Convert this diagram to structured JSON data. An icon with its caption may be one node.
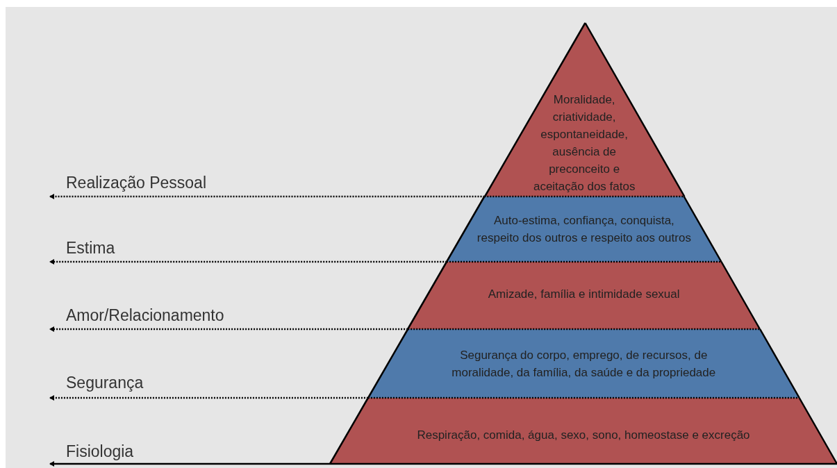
{
  "diagram": {
    "nodes": [
      {
        "text": [
          "Moralidade, criatividade, espontaneidade, ausência de preconceito e aceitação dos fatos"
        ]
      },
      {
        "text": [
          "Auto-estima, confiança, conquista, respeito dos outros e respeito aos outros"
        ]
      },
      {
        "text": [
          "Amizade, família e intimidade sexual"
        ]
      },
      {
        "text": [
          "Segurança do corpo, emprego, de recursos, de moralidade, da família, da saúde e da propriedade"
        ]
      },
      {
        "text": [
          "Respiração, comida, água, sexo, sono, homeostase e excreção"
        ]
      }
    ],
    "edges": [
      {
        "from": 0,
        "to": null,
        "arrow": "to",
        "style": "dashed"
      },
      {
        "from": 1,
        "to": null,
        "arrow": "to",
        "style": "dashed"
      },
      {
        "from": 2,
        "to": null,
        "arrow": "to",
        "style": "dashed"
      },
      {
        "from": 3,
        "to": null,
        "arrow": "to",
        "style": "dashed"
      },
      {
        "from": 4,
        "to": null,
        "arrow": "to"
      }
    ],
    "labels": [
      "Realização Pessoal",
      "Estima",
      "Amor/Relacionamento",
      "Segurança",
      "Fisiologia"
    ]
  }
}
